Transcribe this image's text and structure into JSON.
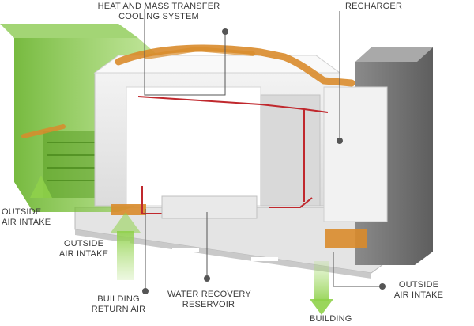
{
  "labels": {
    "heat_mass_transfer": [
      "HEAT AND MASS TRANSFER",
      "COOLING SYSTEM"
    ],
    "recharger": "RECHARGER",
    "outside_air_intake_left": [
      "OUTSIDE",
      "AIR INTAKE"
    ],
    "outside_air_intake_mid": [
      "OUTSIDE",
      "AIR INTAKE"
    ],
    "building_return_air": [
      "BUILDING",
      "RETURN AIR"
    ],
    "water_recovery_reservoir": [
      "WATER RECOVERY",
      "RESERVOIR"
    ],
    "outside_air_intake_right": [
      "OUTSIDE",
      "AIR INTAKE"
    ],
    "building": "BUILDING"
  },
  "colors": {
    "green_airflow": "#6fbf2a",
    "duct_orange": "#d98b2b",
    "pipe_red": "#c0282d",
    "panel_white": "#eeeeee",
    "leader_dark": "#555555"
  }
}
